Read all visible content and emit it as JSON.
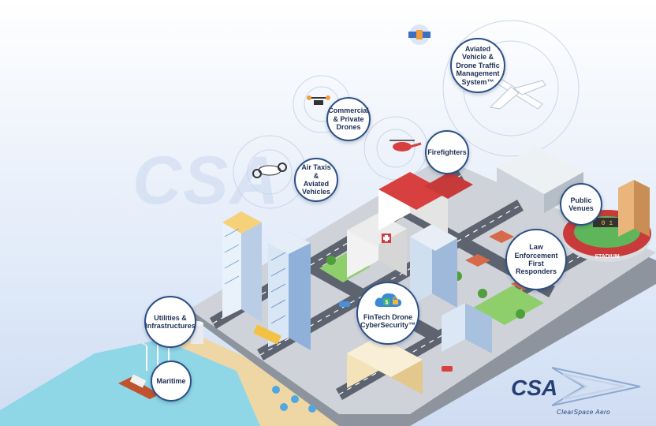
{
  "labels": {
    "atm": "Aviated\nVehicle &\nDrone Traffic\nManagement\nSystem™",
    "commercial": "Commercial\n& Private\nDrones",
    "firefighters": "Firefighters",
    "air_taxis": "Air Taxis &\nAviated\nVehicles",
    "public_venues": "Public\nVenues",
    "law": "Law Enforcement\nFirst Responders",
    "fintech": "FinTech Drone\nCyberSecurity™",
    "utilities": "Utilities &\nInfrastructures",
    "maritime": "Maritime"
  },
  "stadium_text": "STADIUM",
  "scoreboard": "0 1",
  "watermark": "CSA",
  "logo": {
    "mark": "CSA",
    "tagline": "ClearSpace Aero"
  },
  "colors": {
    "ground": "#cfd3d9",
    "road": "#5d6470",
    "sea": "#8fd6e6",
    "sand": "#efd7a5",
    "bubble_border": "#2c4f86",
    "brand": "#263f73"
  }
}
